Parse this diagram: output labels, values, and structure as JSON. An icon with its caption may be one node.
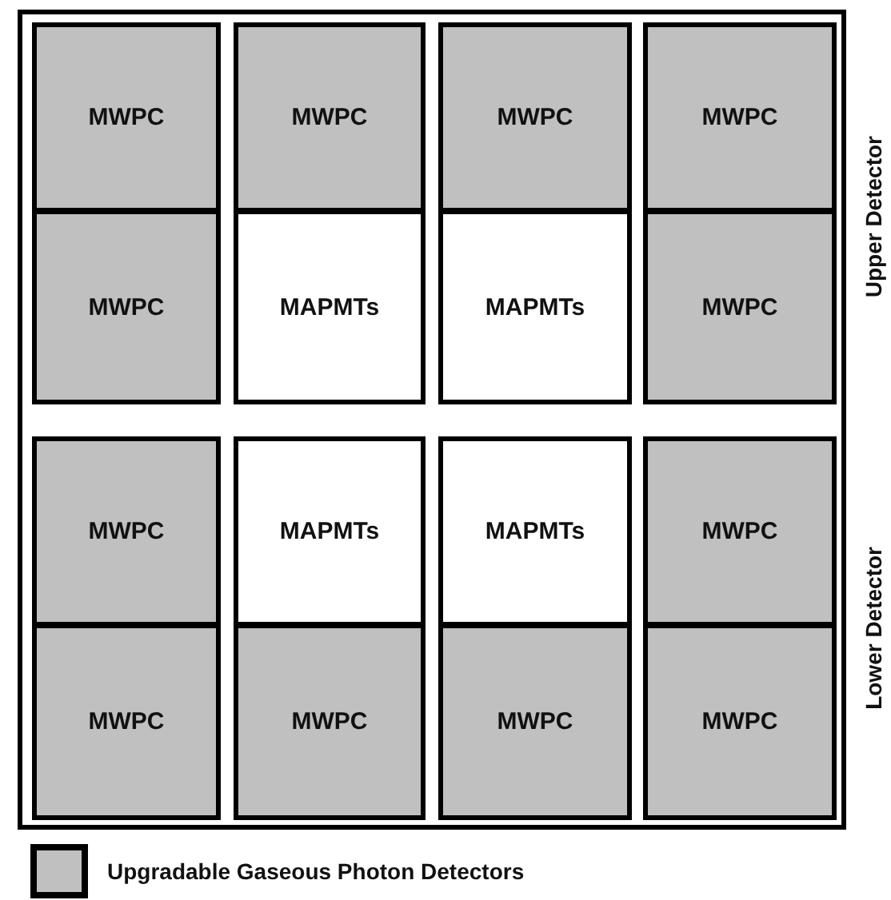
{
  "diagram": {
    "nodes": [
      {
        "text": [],
        "shape": "box"
      },
      {
        "text": [
          "MWPC"
        ],
        "in": 0
      },
      {
        "text": [
          "MWPC"
        ],
        "in": 0
      },
      {
        "text": [
          "MWPC"
        ],
        "in": 0
      },
      {
        "text": [
          "MWPC"
        ],
        "in": 0
      },
      {
        "text": [
          "MWPC"
        ],
        "in": 0
      },
      {
        "text": [
          "MAPMTs"
        ],
        "in": 0
      },
      {
        "text": [
          "MAPMTs"
        ],
        "in": 0
      },
      {
        "text": [
          "MWPC"
        ],
        "in": 0
      },
      {
        "text": [
          "MWPC"
        ],
        "in": 0
      },
      {
        "text": [
          "MAPMTs"
        ],
        "in": 0
      },
      {
        "text": [
          "MAPMTs"
        ],
        "in": 0
      },
      {
        "text": [
          "MWPC"
        ],
        "in": 0
      },
      {
        "text": [
          "MWPC"
        ],
        "in": 0
      },
      {
        "text": [
          "MWPC"
        ],
        "in": 0
      },
      {
        "text": [
          "MWPC"
        ],
        "in": 0
      },
      {
        "text": [
          "MWPC"
        ],
        "in": 0
      }
    ],
    "edges": [],
    "labels": [
      "Upper Detector",
      "Lower Detector"
    ],
    "legend": [
      {
        "text": "Upgradable Gaseous Photon Detectors",
        "color": "#c0c0c0"
      }
    ]
  }
}
